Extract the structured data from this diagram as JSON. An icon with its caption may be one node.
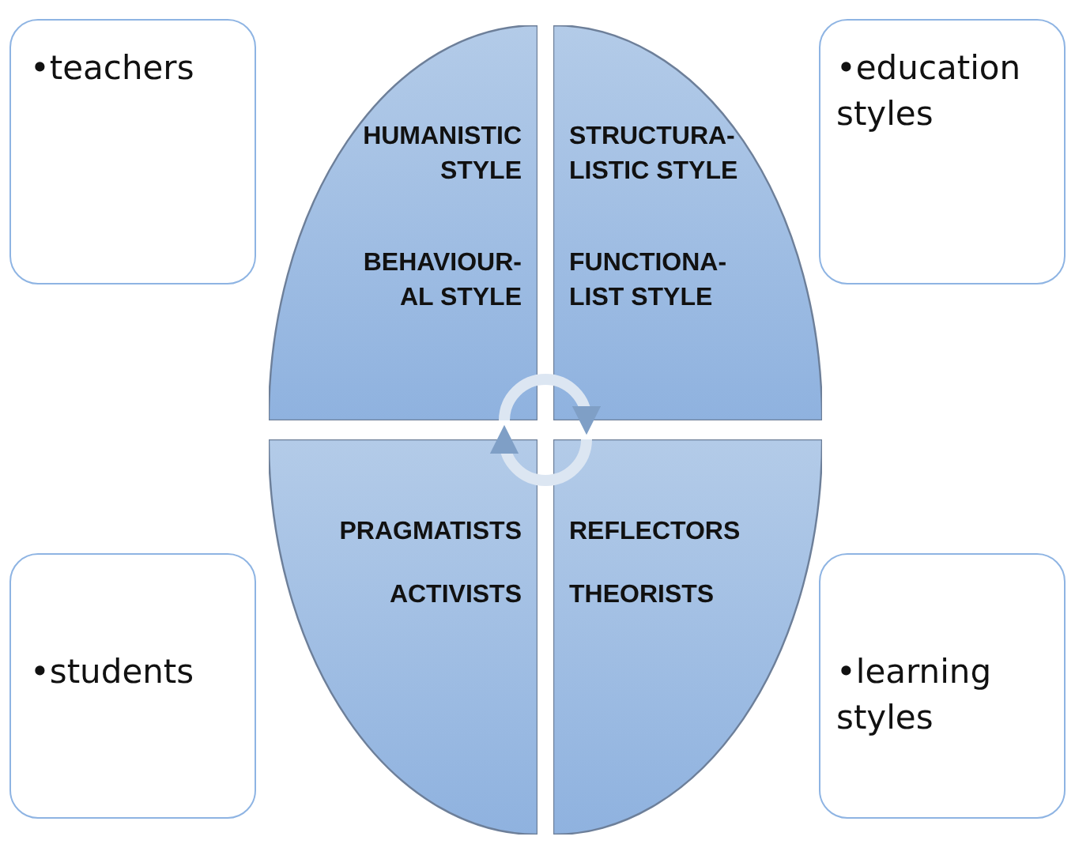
{
  "diagram": {
    "nodes": [
      {
        "text": [
          "•teachers"
        ]
      },
      {
        "text": [
          "•education styles"
        ]
      },
      {
        "text": [
          "•students"
        ]
      },
      {
        "text": [
          "•learning styles"
        ]
      },
      {
        "text": [
          "HUMANISTIC STYLE",
          "BEHAVIOUR- AL STYLE"
        ]
      },
      {
        "text": [
          "STRUCTURA- LISTIC STYLE",
          "FUNCTIONA- LIST STYLE"
        ]
      },
      {
        "text": [
          "PRAGMATISTS",
          "ACTIVISTS"
        ]
      },
      {
        "text": [
          "REFLECTORS",
          "THEORISTS"
        ]
      }
    ],
    "edges": [
      {
        "from": 4,
        "to": 5,
        "arrow": "to"
      },
      {
        "from": 7,
        "to": 6,
        "arrow": "to"
      }
    ]
  }
}
